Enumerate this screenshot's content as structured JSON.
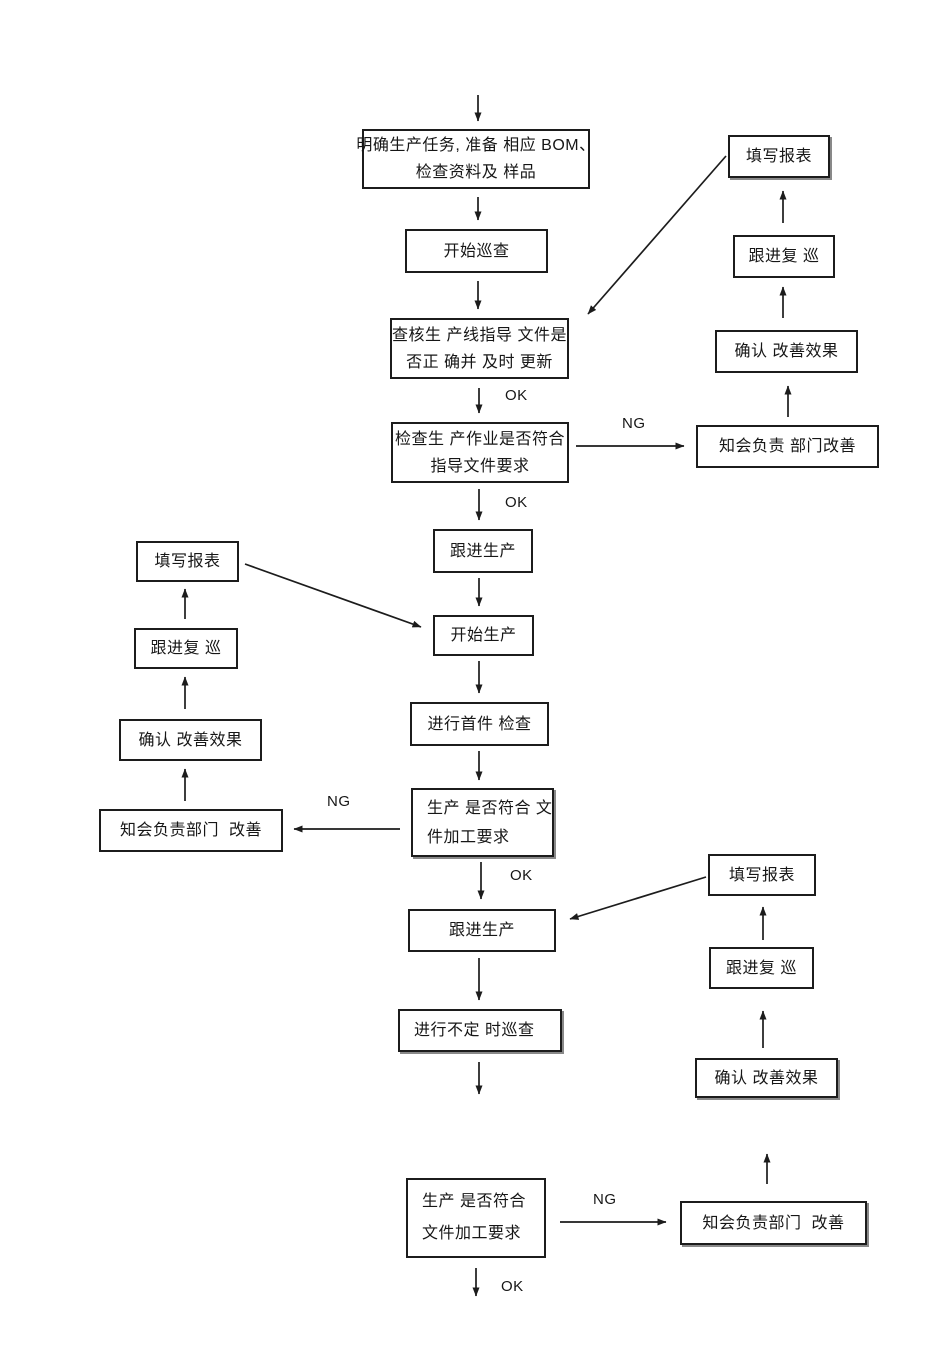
{
  "page": {
    "background_color": "#ffffff",
    "ink_color": "#1c1c1c",
    "description": "生产巡查流程图 (production patrol inspection flowchart)"
  },
  "labels": {
    "ok": "OK",
    "ng": "NG"
  },
  "nodes": {
    "prepare": {
      "line1": "明确生产任务, 准备 相应 BOM、",
      "line2": "检查资料及 样品"
    },
    "start_patrol": {
      "label": "开始巡查"
    },
    "check_docs": {
      "line1": "查核生 产线指导 文件是",
      "line2": "否正 确并 及时 更新"
    },
    "check_ops": {
      "line1": "检查生 产作业是否符合",
      "line2": "指导文件要求"
    },
    "follow_prod_1": {
      "label": "跟进生产"
    },
    "start_prod": {
      "label": "开始生产"
    },
    "first_article": {
      "label": "进行首件 检查"
    },
    "prod_conform_1": {
      "line1": "生产 是否符合 文",
      "line2": "件加工要求"
    },
    "follow_prod_2": {
      "label": "跟进生产"
    },
    "random_patrol": {
      "label": "进行不定 时巡查"
    },
    "prod_conform_2": {
      "line1": "生产 是否符合",
      "line2": "文件加工要求"
    },
    "right1": {
      "fill_report": "填写报表",
      "follow_repatrol": "跟进复 巡",
      "confirm_improve": "确认 改善效果",
      "notify_dept": "知会负责 部门改善"
    },
    "left": {
      "fill_report": "填写报表",
      "follow_repatrol": "跟进复 巡",
      "confirm_improve": "确认 改善效果",
      "notify_dept": "知会负责部门  改善"
    },
    "right2": {
      "fill_report": "填写报表",
      "follow_repatrol": "跟进复 巡",
      "confirm_improve": "确认 改善效果",
      "notify_dept": "知会负责部门  改善"
    }
  }
}
